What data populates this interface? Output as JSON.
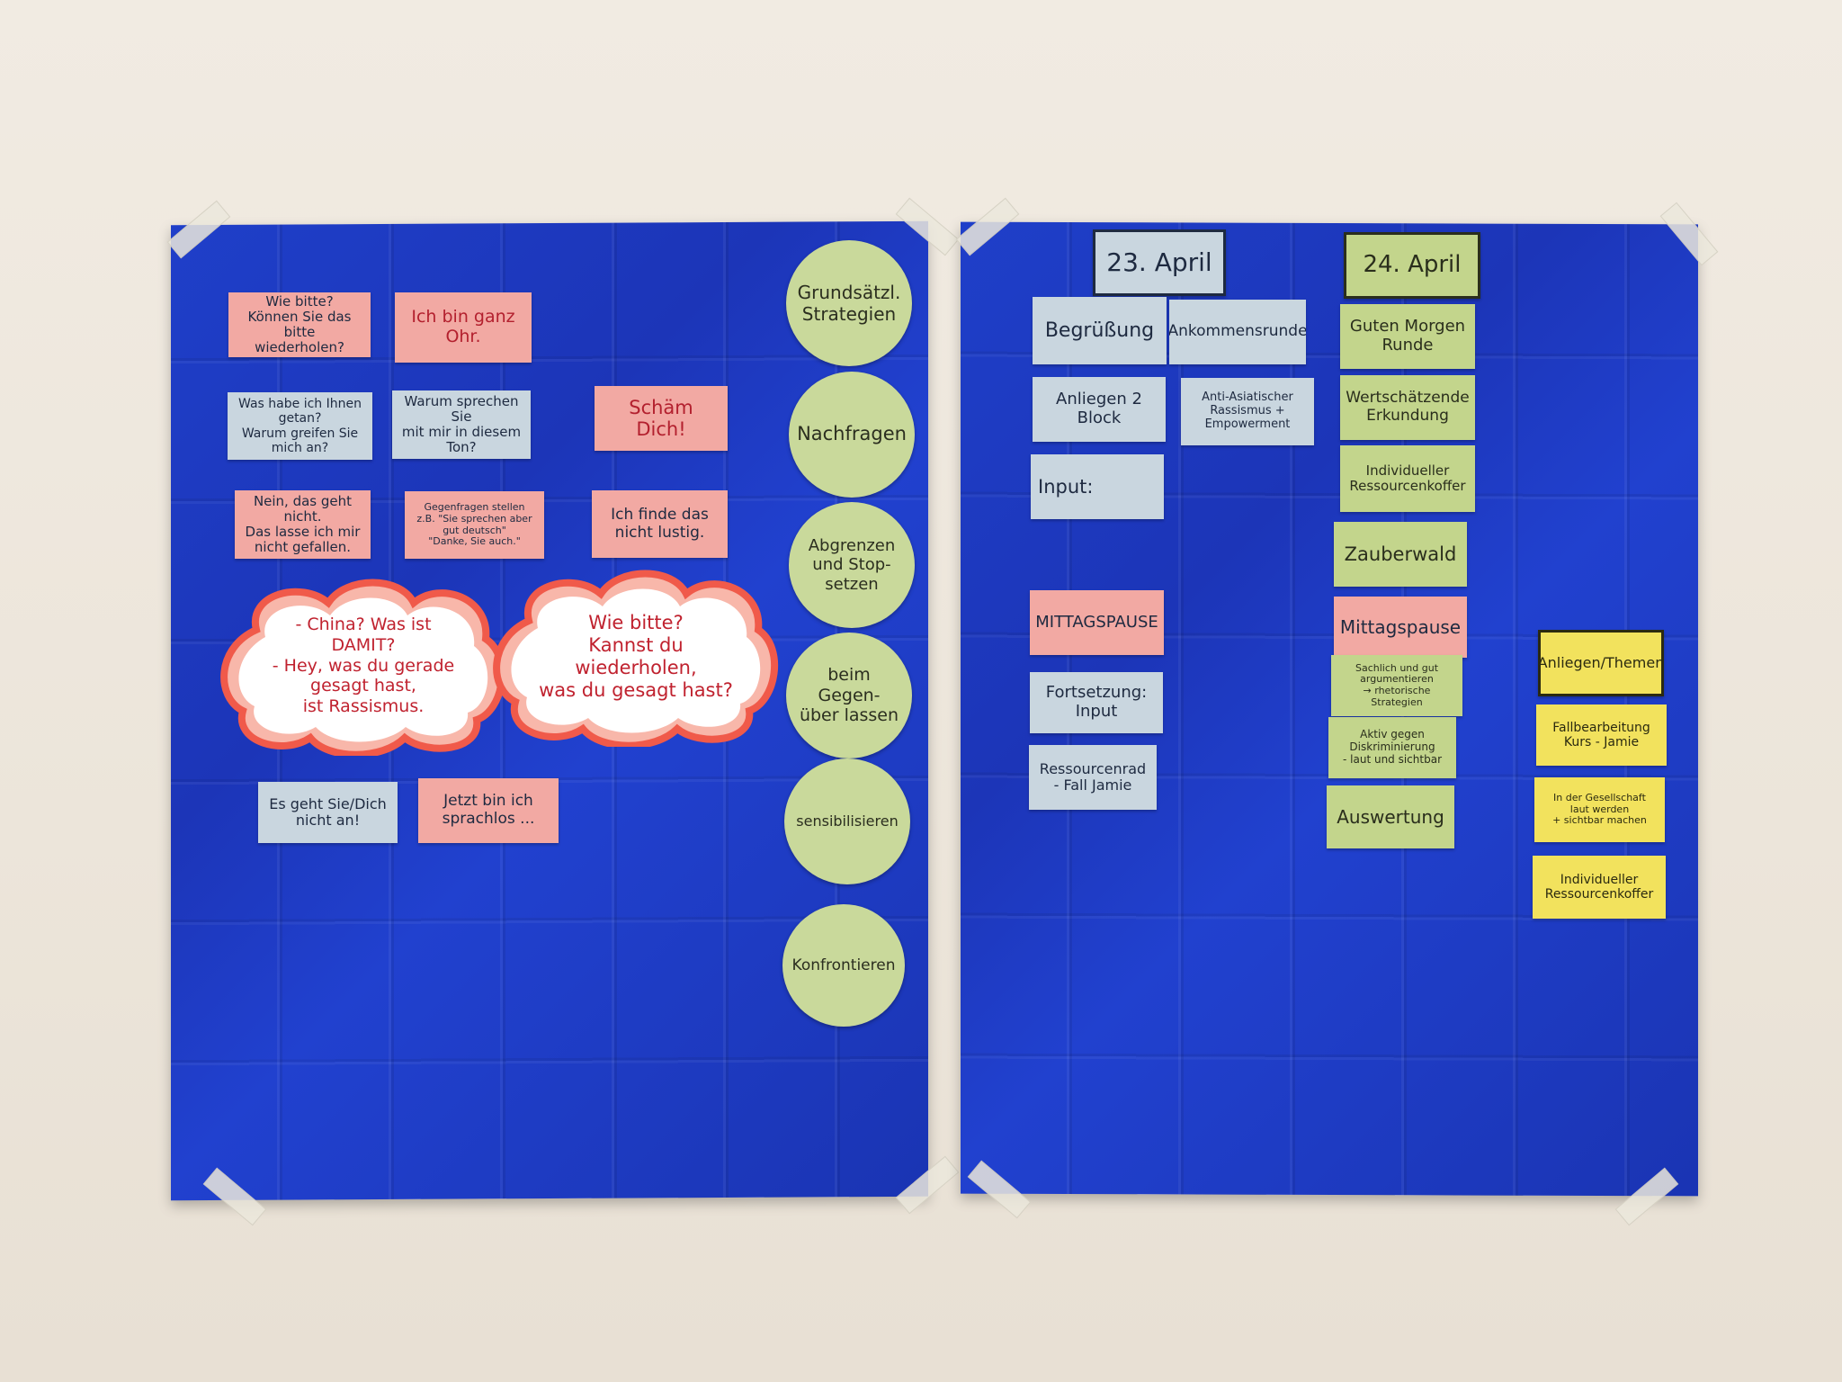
{
  "left_board": {
    "pink_cards": [
      {
        "text": "Wie bitte?\nKönnen Sie das bitte\nwiederholen?"
      },
      {
        "text": "Ich bin ganz\nOhr."
      },
      {
        "text": "Schäm Dich!"
      },
      {
        "text": "Nein, das geht nicht.\nDas lasse ich mir\nnicht gefallen."
      },
      {
        "text": "Gegenfragen stellen\nz.B. \"Sie sprechen aber gut deutsch\"\n\"Danke, Sie auch.\""
      },
      {
        "text": "Ich finde das\nnicht lustig."
      },
      {
        "text": "Jetzt bin ich\nsprachlos ..."
      }
    ],
    "grey_cards": [
      {
        "text": "Was habe ich Ihnen\ngetan?\nWarum greifen Sie mich an?"
      },
      {
        "text": "Warum sprechen Sie\nmit mir in diesem\nTon?"
      },
      {
        "text": "Es geht Sie/Dich\nnicht an!"
      }
    ],
    "clouds": [
      {
        "text": "- China? Was ist\nDAMIT?\n- Hey, was du gerade gesagt hast,\nist Rassismus."
      },
      {
        "text": "Wie bitte?\nKannst du wiederholen,\nwas du gesagt hast?"
      }
    ],
    "circles": [
      {
        "text": "Grundsätzl.\nStrategien"
      },
      {
        "text": "Nachfragen"
      },
      {
        "text": "Abgrenzen\nund Stop-setzen"
      },
      {
        "text": "beim Gegen-\nüber lassen"
      },
      {
        "text": "sensibilisieren"
      },
      {
        "text": "Konfrontieren"
      }
    ]
  },
  "right_board": {
    "day1": {
      "header": "23. April",
      "cards": [
        {
          "text": "Begrüßung"
        },
        {
          "text": "Ankommensrunde"
        },
        {
          "text": "Anliegen 2 Block"
        },
        {
          "text": "Anti-Asiatischer\nRassismus + Empowerment"
        },
        {
          "text": "Input:"
        },
        {
          "text": "MITTAGSPAUSE"
        },
        {
          "text": "Fortsetzung:\nInput"
        },
        {
          "text": "Ressourcenrad\n- Fall Jamie"
        }
      ]
    },
    "day2": {
      "header": "24. April",
      "cards": [
        {
          "text": "Guten Morgen\nRunde"
        },
        {
          "text": "Wertschätzende\nErkundung"
        },
        {
          "text": "Individueller\nRessourcenkoffer"
        },
        {
          "text": "Zauberwald"
        },
        {
          "text": "Mittagspause"
        },
        {
          "text": "Sachlich und gut\nargumentieren\n→ rhetorische Strategien"
        },
        {
          "text": "Aktiv gegen\nDiskriminierung\n- laut und sichtbar"
        },
        {
          "text": "Auswertung"
        }
      ]
    },
    "themes": {
      "header": "Anliegen/Themen",
      "cards": [
        {
          "text": "Fallbearbeitung\nKurs - Jamie"
        },
        {
          "text": "In der Gesellschaft\nlaut werden\n+ sichtbar machen"
        },
        {
          "text": "Individueller\nRessourcenkoffer"
        }
      ]
    }
  },
  "colors": {
    "board": "#1f3fc9",
    "pink": "#f2a9a3",
    "grey": "#c9d6df",
    "sage": "#c3d58c",
    "yellow": "#f2e25d",
    "circle": "#c9d99b",
    "cloud_border": "#f05a4a",
    "wall": "#f1ebe2"
  }
}
